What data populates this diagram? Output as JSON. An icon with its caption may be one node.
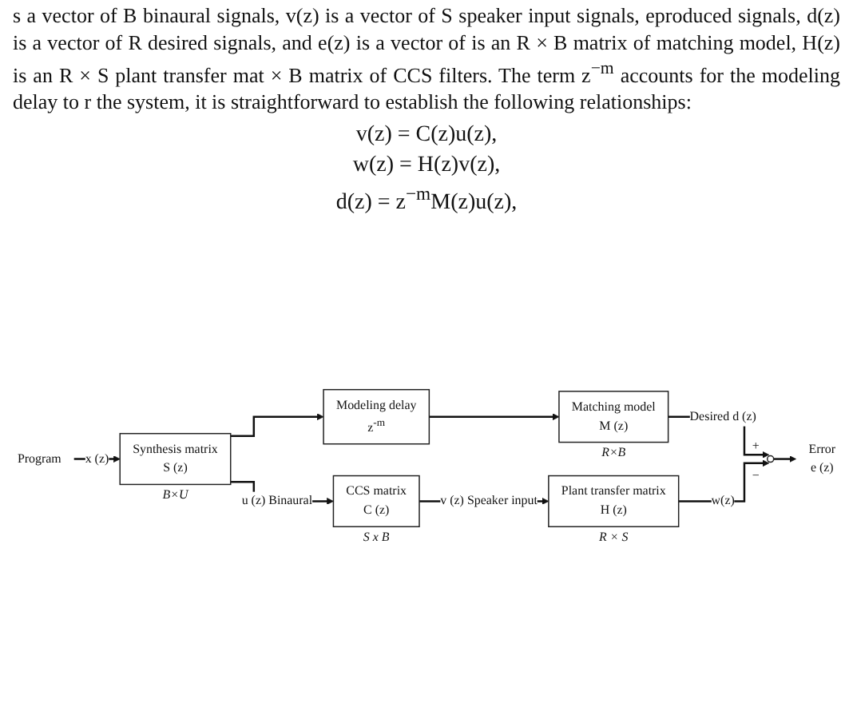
{
  "diagram": {
    "nodes": [
      {
        "text": [
          "Program"
        ]
      },
      {
        "text": [
          "Synthesis matrix",
          "S (z)"
        ],
        "beside": [
          "B×U"
        ]
      },
      {
        "text": [
          "Modeling delay",
          "z$^{-m}$"
        ]
      },
      {
        "text": [
          "Matching model",
          "M (z)"
        ],
        "beside": [
          "R×B"
        ]
      },
      {
        "text": [
          "CCS matrix",
          "C (z)"
        ],
        "beside": [
          "S x B"
        ]
      },
      {
        "text": [
          "Plant transfer matrix",
          "H (z)"
        ],
        "beside": [
          "R × S"
        ]
      },
      {
        "text": [],
        "shape": "circle",
        "beside": [
          "+",
          "−"
        ]
      },
      {
        "text": [
          "Error",
          "e (z)"
        ]
      }
    ],
    "edges": [
      {
        "from": 0,
        "to": 1,
        "arrow": "to",
        "label": "x (z)"
      },
      {
        "from": 1,
        "to": 2,
        "arrow": "to"
      },
      {
        "from": 1,
        "to": 4,
        "arrow": "to",
        "label": "u (z) Binaural"
      },
      {
        "from": 2,
        "to": 3,
        "arrow": "to"
      },
      {
        "from": 4,
        "to": 5,
        "arrow": "to",
        "label": "v (z) Speaker input"
      },
      {
        "from": 3,
        "to": 6,
        "arrow": "to",
        "label": "Desired d (z)"
      },
      {
        "from": 5,
        "to": 6,
        "arrow": "to",
        "label": "w(z)"
      },
      {
        "from": 6,
        "to": 7,
        "arrow": "to"
      }
    ],
    "labels": [
      "s a vector of B binaural signals, v(z) is a vector of S speaker input signals, eproduced signals, d(z) is a vector of R desired signals, and e(z) is a vector of is an R × B matrix of matching model, H(z) is an R × S plant transfer mat × B matrix of CCS filters. The term z$^{−m}$ accounts for the modeling delay to r the system, it is straightforward to establish the following relationships:",
      "v(z) = C(z)u(z),",
      "w(z) = H(z)v(z),",
      "d(z) = z$^{−m}$M(z)u(z),"
    ]
  }
}
